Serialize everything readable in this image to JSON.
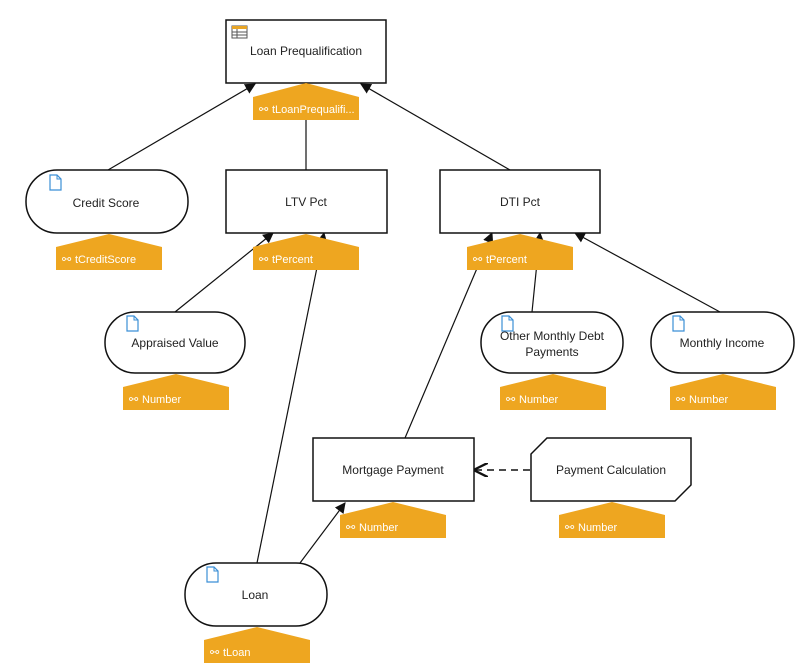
{
  "colors": {
    "node_border": "#111111",
    "tag_fill": "#eea620",
    "tag_text": "#ffffff",
    "doc_icon": "#3b8fd6",
    "table_icon": "#e8a526"
  },
  "nodes": {
    "loan_prequalification": {
      "label": "Loan Prequalification",
      "shape": "decision",
      "icon": "table-icon",
      "type_ref": "tLoanPrequalifi...",
      "interactive": true
    },
    "credit_score": {
      "label": "Credit Score",
      "shape": "input-data",
      "icon": "document-icon",
      "type_ref": "tCreditScore",
      "interactive": true
    },
    "ltv_pct": {
      "label": "LTV Pct",
      "shape": "decision",
      "type_ref": "tPercent",
      "interactive": true
    },
    "dti_pct": {
      "label": "DTI Pct",
      "shape": "decision",
      "type_ref": "tPercent",
      "interactive": true
    },
    "appraised_value": {
      "label": "Appraised Value",
      "shape": "input-data",
      "icon": "document-icon",
      "type_ref": "Number",
      "interactive": true
    },
    "other_monthly_debt": {
      "label_line1": "Other Monthly Debt",
      "label_line2": "Payments",
      "shape": "input-data",
      "icon": "document-icon",
      "type_ref": "Number",
      "interactive": true
    },
    "monthly_income": {
      "label": "Monthly Income",
      "shape": "input-data",
      "icon": "document-icon",
      "type_ref": "Number",
      "interactive": true
    },
    "mortgage_payment": {
      "label": "Mortgage Payment",
      "shape": "decision",
      "type_ref": "Number",
      "interactive": true
    },
    "payment_calculation": {
      "label": "Payment Calculation",
      "shape": "business-knowledge-model",
      "type_ref": "Number",
      "interactive": true
    },
    "loan": {
      "label": "Loan",
      "shape": "input-data",
      "icon": "document-icon",
      "type_ref": "tLoan",
      "interactive": true
    }
  }
}
